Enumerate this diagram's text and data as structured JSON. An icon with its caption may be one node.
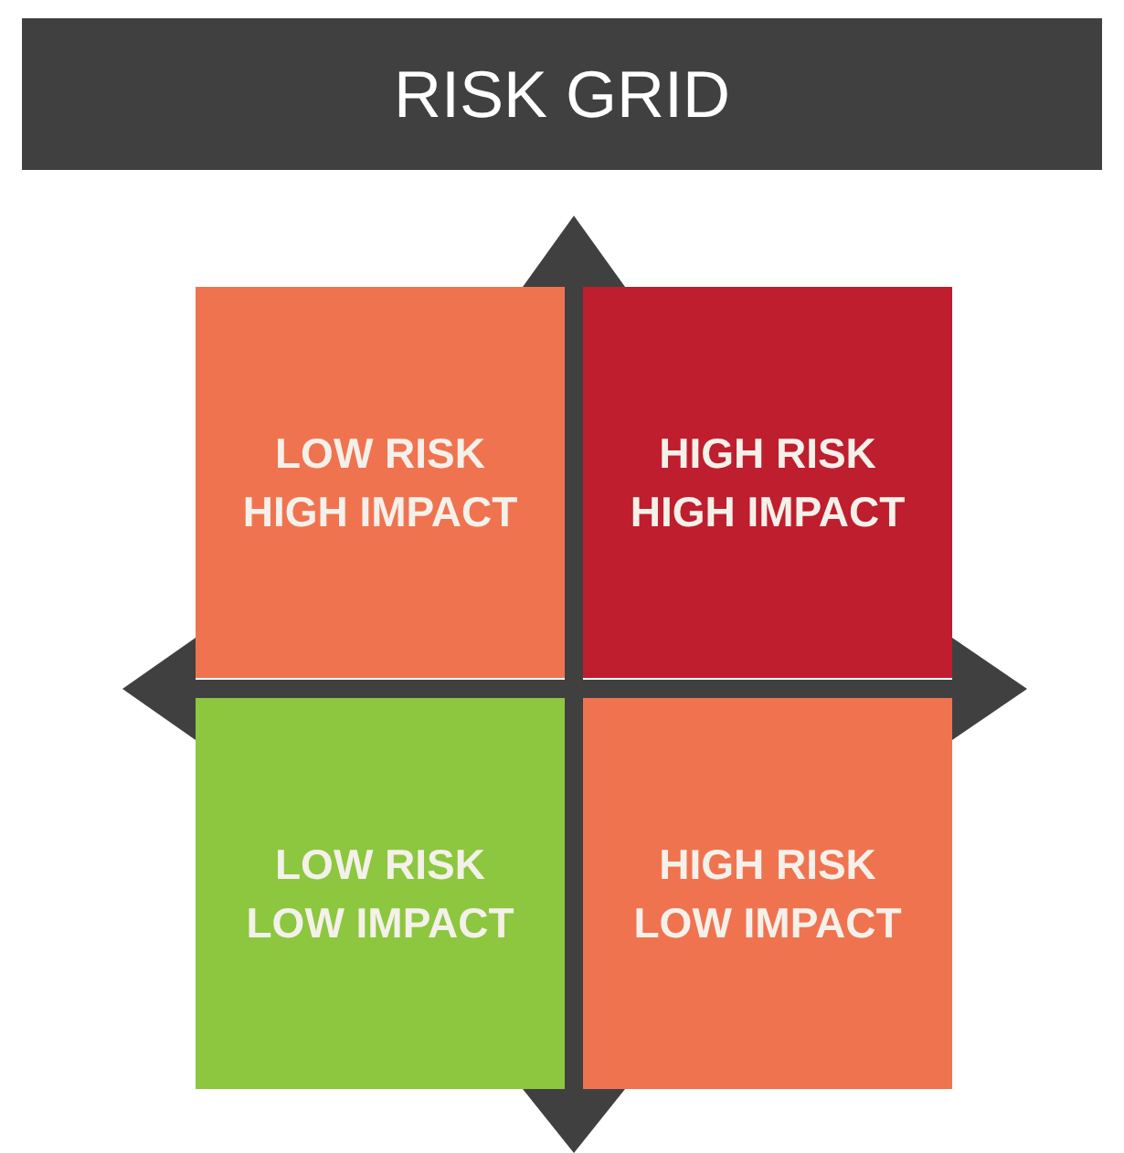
{
  "diagram": {
    "title": "RISK GRID",
    "nodes": [
      {
        "text": [
          "LOW RISK HIGH IMPACT"
        ]
      },
      {
        "text": [
          "HIGH RISK HIGH IMPACT"
        ]
      },
      {
        "text": [
          "LOW RISK LOW IMPACT"
        ]
      },
      {
        "text": [
          "HIGH RISK LOW IMPACT"
        ]
      }
    ]
  }
}
